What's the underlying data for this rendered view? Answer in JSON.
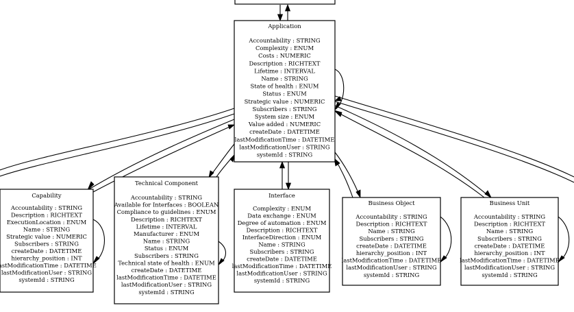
{
  "diagram": {
    "nodes": {
      "top_partial": {
        "title": "",
        "attributes": []
      },
      "application": {
        "title": "Application",
        "attributes": [
          "Accountability : STRING",
          "Complexity : ENUM",
          "Costs : NUMERIC",
          "Description : RICHTEXT",
          "Lifetime : INTERVAL",
          "Name : STRING",
          "State of health : ENUM",
          "Status : ENUM",
          "Strategic value : NUMERIC",
          "Subscribers : STRING",
          "System size : ENUM",
          "Value added : NUMERIC",
          "createDate : DATETIME",
          "lastModificationTime : DATETIME",
          "lastModificationUser : STRING",
          "systemId : STRING"
        ]
      },
      "capability": {
        "title": "Capability",
        "attributes": [
          "Accountability : STRING",
          "Description : RICHTEXT",
          "ExecutionLocation : ENUM",
          "Name : STRING",
          "Strategic value : NUMERIC",
          "Subscribers : STRING",
          "createDate : DATETIME",
          "hierarchy_position : INT",
          "lastModificationTime : DATETIME",
          "lastModificationUser : STRING",
          "systemId : STRING"
        ]
      },
      "technical_component": {
        "title": "Technical Component",
        "attributes": [
          "Accountability : STRING",
          "Available for Interfaces : BOOLEAN",
          "Compliance to guidelines : ENUM",
          "Description : RICHTEXT",
          "Lifetime : INTERVAL",
          "Manufacturer : ENUM",
          "Name : STRING",
          "Status : ENUM",
          "Subscribers : STRING",
          "Technical state of health : ENUM",
          "createDate : DATETIME",
          "lastModificationTime : DATETIME",
          "lastModificationUser : STRING",
          "systemId : STRING"
        ]
      },
      "interface": {
        "title": "Interface",
        "attributes": [
          "Complexity : ENUM",
          "Data exchange : ENUM",
          "Degree of automation : ENUM",
          "Description : RICHTEXT",
          "InterfaceDirection : ENUM",
          "Name : STRING",
          "Subscribers : STRING",
          "createDate : DATETIME",
          "lastModificationTime : DATETIME",
          "lastModificationUser : STRING",
          "systemId : STRING"
        ]
      },
      "business_object": {
        "title": "Business Object",
        "attributes": [
          "Accountability : STRING",
          "Description : RICHTEXT",
          "Name : STRING",
          "Subscribers : STRING",
          "createDate : DATETIME",
          "hierarchy_position : INT",
          "lastModificationTime : DATETIME",
          "lastModificationUser : STRING",
          "systemId : STRING"
        ]
      },
      "business_unit": {
        "title": "Business Unit",
        "attributes": [
          "Accountability : STRING",
          "Description : RICHTEXT",
          "Name : STRING",
          "Subscribers : STRING",
          "createDate : DATETIME",
          "hierarchy_position : INT",
          "lastModificationTime : DATETIME",
          "lastModificationUser : STRING",
          "systemId : STRING"
        ]
      }
    }
  }
}
